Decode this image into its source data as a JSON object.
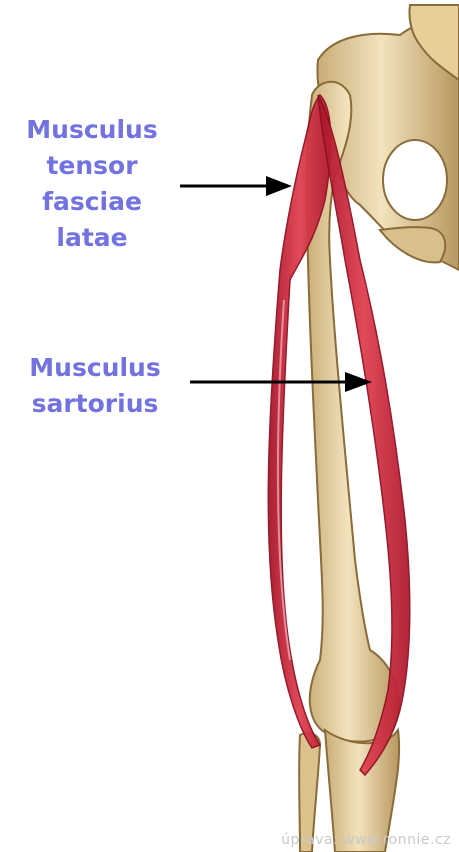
{
  "labels": {
    "tensor": [
      "Musculus",
      "tensor",
      "fasciae",
      "latae"
    ],
    "sartorius": [
      "Musculus",
      "sartorius"
    ]
  },
  "watermark": "úprava: www.ronnie.cz",
  "colors": {
    "label": "#7272e0",
    "bone": "#e8d6a8",
    "muscle": "#d4263a",
    "arrow": "#000000"
  }
}
